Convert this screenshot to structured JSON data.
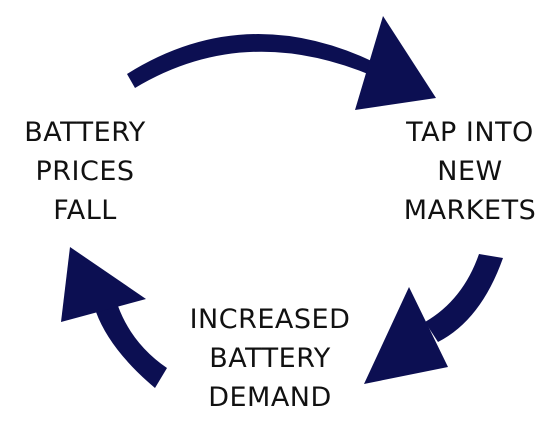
{
  "diagram": {
    "arrow_color": "#0c0f52",
    "text_color": "#111111",
    "background": "#ffffff",
    "nodes": [
      {
        "id": "battery-prices-fall",
        "lines": [
          "BATTERY",
          "PRICES",
          "FALL"
        ]
      },
      {
        "id": "tap-into-new-markets",
        "lines": [
          "TAP INTO",
          "NEW",
          "MARKETS"
        ]
      },
      {
        "id": "increased-battery-demand",
        "lines": [
          "INCREASED",
          "BATTERY",
          "DEMAND"
        ]
      }
    ],
    "cycle_direction": "clockwise",
    "arrows": [
      {
        "from": "battery-prices-fall",
        "to": "tap-into-new-markets"
      },
      {
        "from": "tap-into-new-markets",
        "to": "increased-battery-demand"
      },
      {
        "from": "increased-battery-demand",
        "to": "battery-prices-fall"
      }
    ]
  }
}
